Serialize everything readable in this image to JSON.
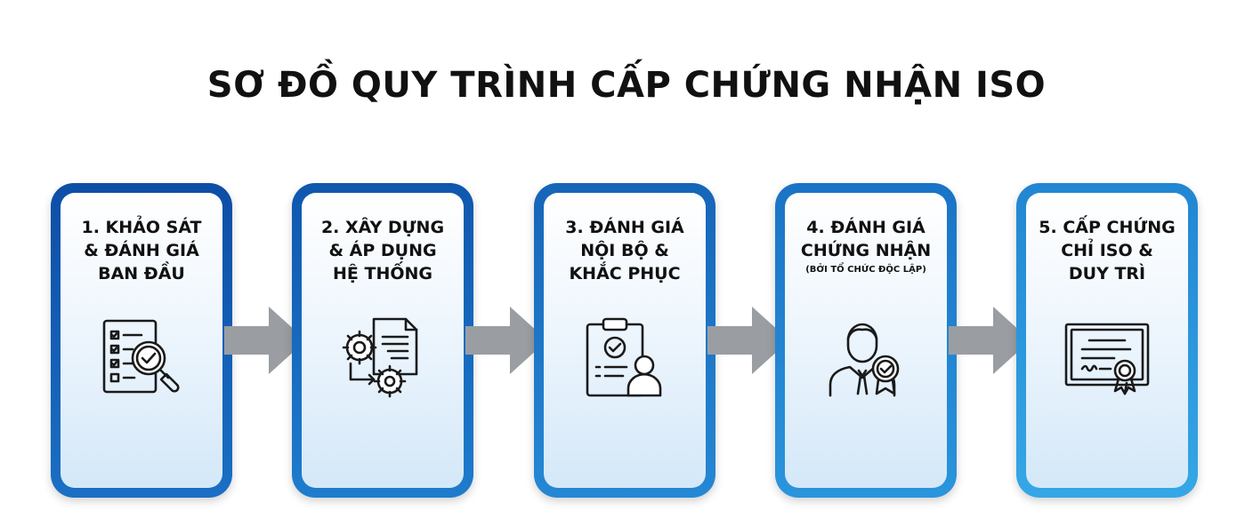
{
  "title": "SƠ ĐỒ QUY TRÌNH CẤP CHỨNG NHẬN ISO",
  "colors": {
    "border_dark": "#0d4ea6",
    "border_light": "#2e9fe0",
    "arrow": "#9a9ea3",
    "text": "#111111",
    "panel_bottom": "#d4e8f8"
  },
  "steps": [
    {
      "lines": [
        "1. KHẢO SÁT",
        "& ĐÁNH GIÁ",
        "BAN ĐẦU"
      ],
      "note": "",
      "icon": "checklist-magnifier-icon"
    },
    {
      "lines": [
        "2. XÂY DỰNG",
        "& ÁP DỤNG",
        "HỆ THỐNG"
      ],
      "note": "",
      "icon": "gears-document-icon"
    },
    {
      "lines": [
        "3. ĐÁNH GIÁ",
        "NỘI BỘ &",
        "KHẮC PHỤC"
      ],
      "note": "",
      "icon": "clipboard-auditor-icon"
    },
    {
      "lines": [
        "4. ĐÁNH GIÁ",
        "CHỨNG NHẬN"
      ],
      "note": "(BỞI TỔ CHỨC ĐỘC LẬP)",
      "icon": "certifier-badge-icon"
    },
    {
      "lines": [
        "5. CẤP CHỨNG",
        "CHỈ ISO &",
        "DUY TRÌ"
      ],
      "note": "",
      "icon": "certificate-icon"
    }
  ]
}
